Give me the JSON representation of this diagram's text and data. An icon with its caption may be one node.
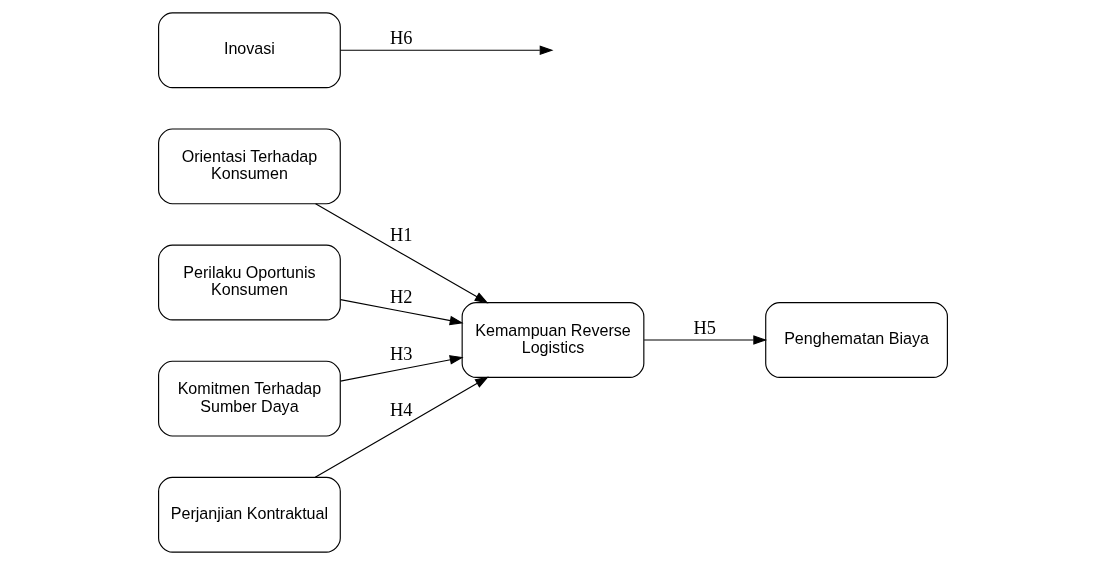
{
  "diagram": {
    "nodes": [
      {
        "text": [
          "Orientasi Terhadap Konsumen"
        ]
      },
      {
        "text": [
          "Perilaku Oportunis Konsumen"
        ]
      },
      {
        "text": [
          "Komitmen Terhadap Sumber Daya"
        ]
      },
      {
        "text": [
          "Perjanjian Kontraktual"
        ]
      },
      {
        "text": [
          "Kemampuan Reverse Logistics"
        ]
      },
      {
        "text": [
          "Penghematan Biaya"
        ]
      },
      {
        "text": [
          "Inovasi"
        ]
      }
    ],
    "edges": [
      {
        "from": 0,
        "to": 4,
        "arrow": "to",
        "label": "H1"
      },
      {
        "from": 1,
        "to": 4,
        "arrow": "to",
        "label": "H2"
      },
      {
        "from": 2,
        "to": 4,
        "arrow": "to",
        "label": "H3"
      },
      {
        "from": 3,
        "to": 4,
        "arrow": "to",
        "label": "H4"
      },
      {
        "from": 4,
        "to": 5,
        "arrow": "to",
        "label": "H5"
      },
      {
        "from": 6,
        "to": null,
        "arrow": "to",
        "label": "H6"
      }
    ]
  }
}
